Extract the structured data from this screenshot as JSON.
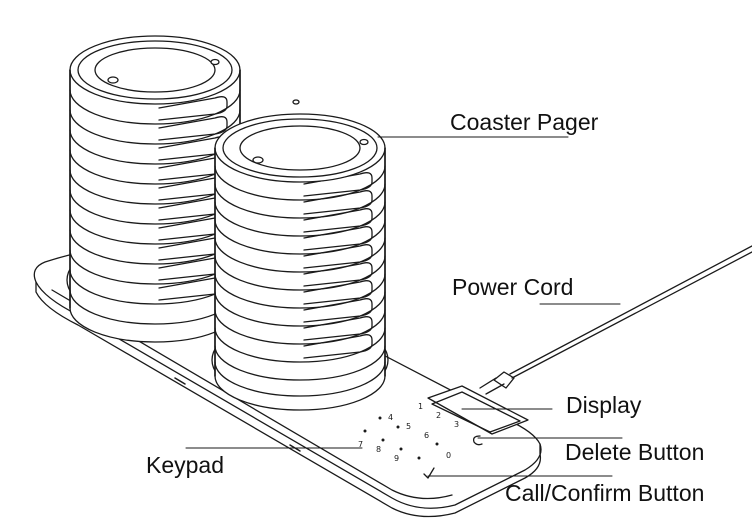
{
  "labels": {
    "coaster_pager": "Coaster Pager",
    "power_cord": "Power Cord",
    "display": "Display",
    "delete_button": "Delete Button",
    "keypad": "Keypad",
    "call_confirm_button": "Call/Confirm Button"
  },
  "keypad_keys": [
    "1",
    "2",
    "3",
    "4",
    "5",
    "6",
    "7",
    "8",
    "9",
    "0"
  ],
  "stacks": {
    "left_pager_count": 12,
    "right_pager_count": 13
  },
  "colors": {
    "line": "#1a1a1a",
    "background": "#ffffff"
  }
}
